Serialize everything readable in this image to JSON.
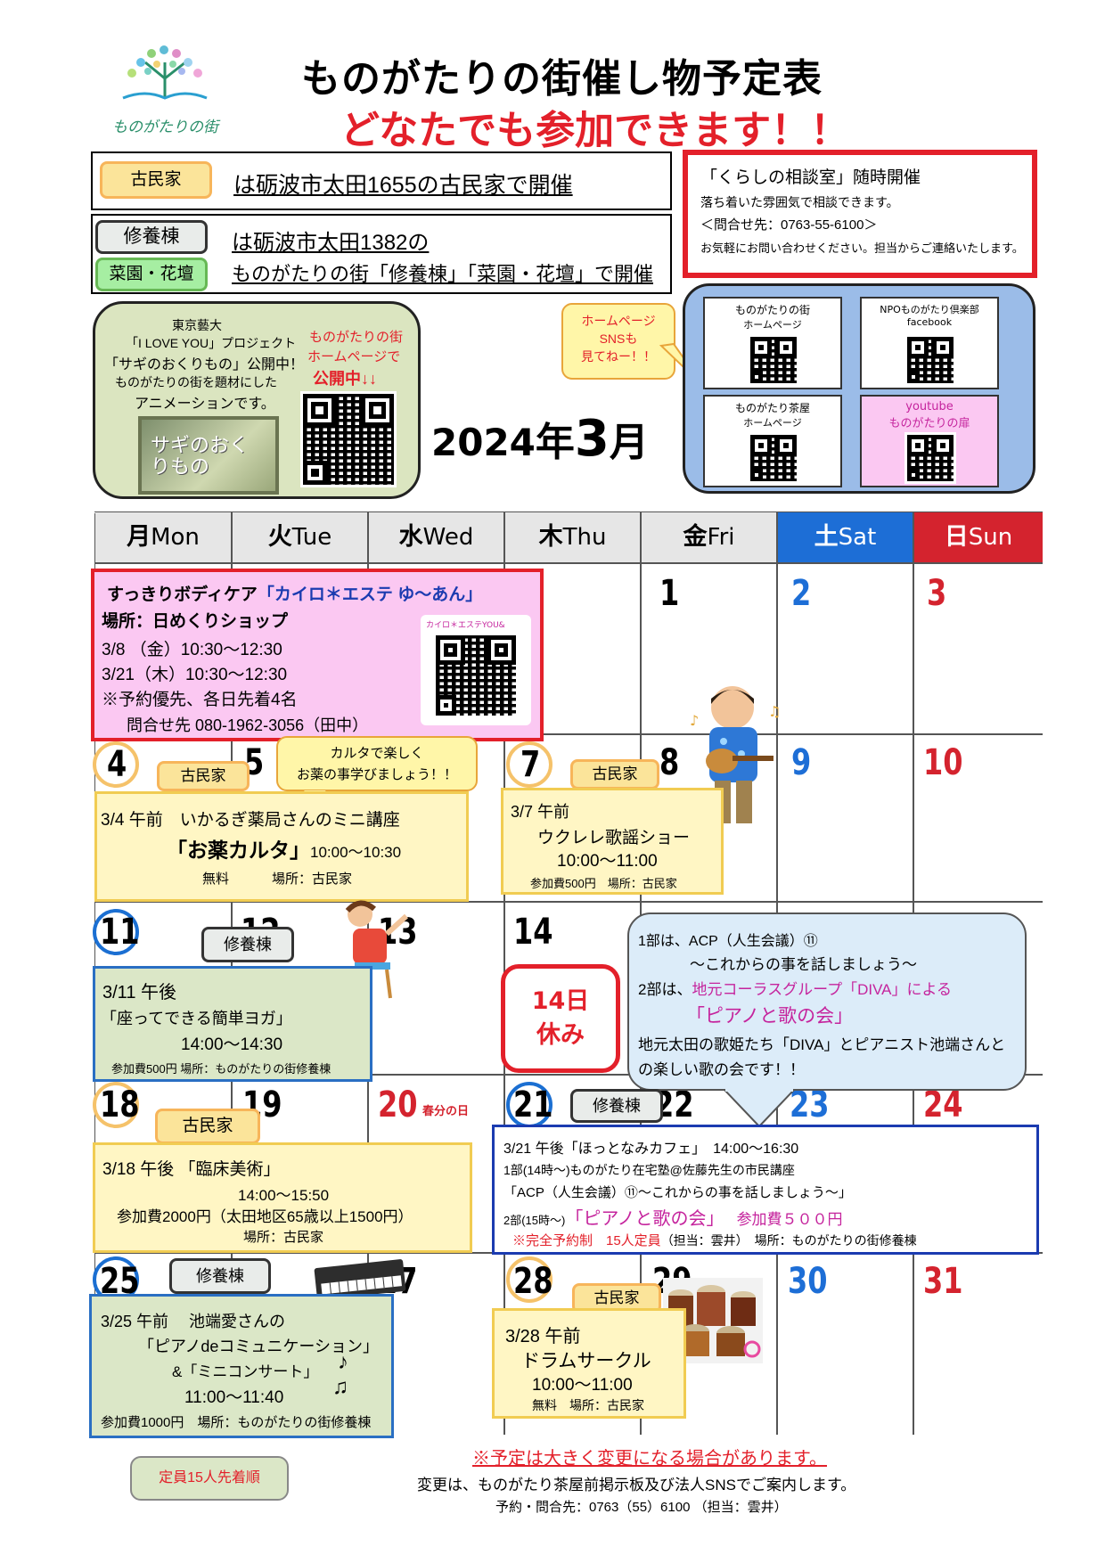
{
  "logo_text": "ものがたりの街",
  "title": "ものがたりの街催し物予定表",
  "subtitle": "どなたでも参加できます！！",
  "venue": {
    "kominka_tag": "古民家",
    "kominka_text": "は砺波市太田1655の古民家で開催",
    "shuyo_tag": "修養棟",
    "saien_tag": "菜園・花壇",
    "shuyo_line1": "は砺波市太田1382の",
    "shuyo_line2": "ものがたりの街「修養棟」「菜園・花壇」で開催"
  },
  "consult": {
    "title": "「くらしの相談室」随時開催",
    "line1": "落ち着いた雰囲気で相談できます。",
    "line2": "＜問合せ先：0763-55-6100＞",
    "line3": "お気軽にお問い合わせください。担当からご連絡いたします。"
  },
  "project": {
    "line1": "東京藝大",
    "line2": "「I LOVE YOU」プロジェクト",
    "line3": "「サギのおくりもの」公開中！",
    "line4": "ものがたりの街を題材にした",
    "line5": "アニメーションです。",
    "red1": "ものがたりの街",
    "red2": "ホームページで",
    "red3": "公開中↓↓",
    "thumb_text": "サギのおくりもの"
  },
  "month": {
    "year": "2024",
    "year_suffix": "年",
    "month": "3",
    "month_suffix": "月"
  },
  "sns_bubble": {
    "line1": "ホームページ",
    "line2": "SNSも",
    "line3": "見てねー！！"
  },
  "links": [
    {
      "line1": "ものがたりの街",
      "line2": "ホームページ"
    },
    {
      "line1": "NPOものがたり倶楽部",
      "line2": "facebook"
    },
    {
      "line1": "ものがたり茶屋",
      "line2": "ホームページ"
    },
    {
      "line1": "youtube",
      "line2": "ものがたりの扉"
    }
  ],
  "weekdays": [
    {
      "kanji": "月",
      "en": "Mon"
    },
    {
      "kanji": "火",
      "en": "Tue"
    },
    {
      "kanji": "水",
      "en": "Wed"
    },
    {
      "kanji": "木",
      "en": "Thu"
    },
    {
      "kanji": "金",
      "en": "Fri"
    },
    {
      "kanji": "土",
      "en": "Sat"
    },
    {
      "kanji": "日",
      "en": "Sun"
    }
  ],
  "days": {
    "d1": "1",
    "d2": "2",
    "d3": "3",
    "d4": "4",
    "d5": "5",
    "d7": "7",
    "d8": "8",
    "d9": "9",
    "d10": "10",
    "d11": "11",
    "d12": "12",
    "d13": "13",
    "d14": "14",
    "d18": "18",
    "d19": "19",
    "d20": "20",
    "d20_note": "春分の日",
    "d21": "21",
    "d22": "22",
    "d23": "23",
    "d24": "24",
    "d25": "25",
    "d27": "27",
    "d28": "28",
    "d29": "29",
    "d30": "30",
    "d31": "31"
  },
  "kairo": {
    "title_pre": "すっきりボディケア",
    "title_name": "「カイロ＊エステ ゆ～あん」",
    "place": "場所：日めくりショップ",
    "date1": "3/8 （金）10:30～12:30",
    "date2": "3/21（木）10:30～12:30",
    "note": "※予約優先、各日先着4名",
    "contact": "問合せ先 080-1962-3056（田中）",
    "qr_label": "カイロ＊エステYOU&"
  },
  "karuta_bubble": {
    "line1": "カルタで楽しく",
    "line2": "お薬の事学びましょう！！"
  },
  "ev0304": {
    "tag": "古民家",
    "line1": "3/4 午前　いかるぎ薬局さんのミニ講座",
    "title": "「お薬カルタ」",
    "time": "10:00～10:30",
    "fee": "無料",
    "place": "場所：古民家"
  },
  "ev0307": {
    "tag": "古民家",
    "line1": "3/7 午前",
    "line2": "ウクレレ歌謡ショー",
    "line3": "10:00～11:00",
    "line4": "参加費500円　場所：古民家"
  },
  "ev0311": {
    "tag": "修養棟",
    "line1": "3/11 午後",
    "line2": "「座ってできる簡単ヨガ」",
    "line3": "14:00～14:30",
    "line4": "参加費500円 場所：ものがたりの街修養棟"
  },
  "closed14": {
    "line1": "14日",
    "line2": "休み"
  },
  "diva_bubble": {
    "line1": "1部は、ACP（人生会議）⑪",
    "line2": "～これからの事を話しましょう～",
    "line3_pre": "2部は、",
    "line3_red": "地元コーラスグループ「DIVA」による",
    "line4": "「ピアノと歌の会」",
    "line5": "地元太田の歌姫たち「DIVA」とピアニスト池端さんと",
    "line6": "の楽しい歌の会です！！"
  },
  "ev0318": {
    "tag": "古民家",
    "line1": "3/18 午後 「臨床美術」",
    "line2": "14:00～15:50",
    "line3": "参加費2000円（太田地区65歳以上1500円）",
    "line4": "場所：古民家"
  },
  "ev0321": {
    "tag": "修養棟",
    "line1": "3/21 午後「ほっとなみカフェ」　14:00～16:30",
    "line2": "1部(14時～)ものがたり在宅塾@佐藤先生の市民講座",
    "line3": "「ACP（人生会議）⑪～これからの事を話しましょう～」",
    "line4_pre": "2部(15時～)",
    "line4_title": "「ピアノと歌の会」",
    "line4_fee": "参加費５００円",
    "line5_red": "※完全予約制　15人定員",
    "line5_rest": "（担当：雲井）　場所：ものがたりの街修養棟"
  },
  "ev0325": {
    "tag": "修養棟",
    "line1": "3/25 午前　 池端愛さんの",
    "line2": "「ピアノdeコミュニケーション」",
    "line3": "&「ミニコンサート」",
    "line4": "11:00～11:40",
    "line5": "参加費1000円　場所：ものがたりの街修養棟",
    "note": "定員15人先着順"
  },
  "ev0328": {
    "tag": "古民家",
    "line1": "3/28 午前",
    "line2": "ドラムサークル",
    "line3": "10:00～11:00",
    "line4": "無料　場所：古民家"
  },
  "footer": {
    "line1": "※予定は大きく変更になる場合があります。",
    "line2": "変更は、ものがたり茶屋前掲示板及び法人SNSでご案内します。",
    "line3": "予約・問合先：0763（55）6100 （担当：雲井）"
  },
  "colors": {
    "red": "#e3202a",
    "blue": "#1d6ed6",
    "magenta": "#c5249d"
  }
}
